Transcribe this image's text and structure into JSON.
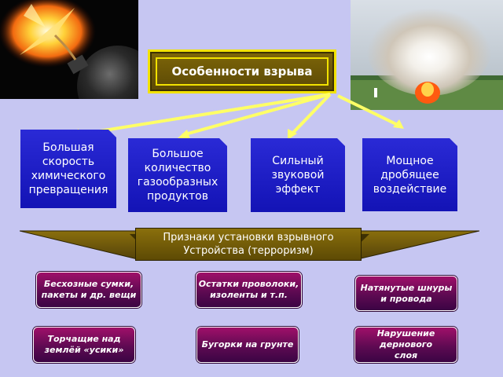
{
  "title": "Особенности взрыва",
  "effects": [
    {
      "text": "Большая\nскорость\nхимического\nпревращения"
    },
    {
      "text": "Большое\nколичество\nгазообразных\nпродуктов"
    },
    {
      "text": "Сильный\nзвуковой\nэффект"
    },
    {
      "text": "Мощное\nдробящее\nвоздействие"
    }
  ],
  "signs_heading": "Признаки установки взрывного\nУстройства (терроризм)",
  "signs": [
    {
      "text": "Бесхозные сумки,\nпакеты и др. вещи"
    },
    {
      "text": "Остатки проволоки,\nизоленты и т.п."
    },
    {
      "text": "Натянутые шнуры\nи провода"
    },
    {
      "text": "Торчащие над\nземлёй «усики»"
    },
    {
      "text": "Бугорки на грунте"
    },
    {
      "text": "Нарушение\nдернового\nслоя"
    }
  ],
  "colors": {
    "background": "#c6c6f2",
    "arrow": "#ffff66",
    "title_border": "#f2e200",
    "card_blue": "#1a1ac4",
    "button_purple": "#6a0a58",
    "banner_gold": "#6e5808"
  },
  "images": [
    "bomb-fuse-photo",
    "field-explosion-photo"
  ]
}
